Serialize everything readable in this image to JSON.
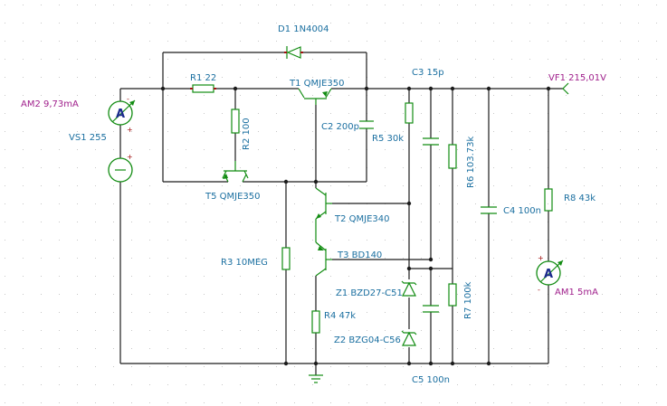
{
  "components": {
    "d1": {
      "ref": "D1",
      "value": "1N4004"
    },
    "r1": {
      "ref": "R1",
      "value": "22"
    },
    "t1": {
      "ref": "T1",
      "value": "QMJE350"
    },
    "c3": {
      "ref": "C3",
      "value": "15p"
    },
    "vf1": {
      "ref": "VF1",
      "value": "215,01V"
    },
    "am2": {
      "ref": "AM2",
      "value": "9,73mA"
    },
    "vs1": {
      "ref": "VS1",
      "value": "255"
    },
    "r2": {
      "ref": "R2",
      "value": "100"
    },
    "c2": {
      "ref": "C2",
      "value": "200p"
    },
    "r5": {
      "ref": "R5",
      "value": "30k"
    },
    "r6": {
      "ref": "R6",
      "value": "103.73k"
    },
    "t5": {
      "ref": "T5",
      "value": "QMJE350"
    },
    "r8": {
      "ref": "R8",
      "value": "43k"
    },
    "t2": {
      "ref": "T2",
      "value": "QMJE340"
    },
    "c4": {
      "ref": "C4",
      "value": "100n"
    },
    "r3": {
      "ref": "R3",
      "value": "10MEG"
    },
    "t3": {
      "ref": "T3",
      "value": "BD140"
    },
    "am1": {
      "ref": "AM1",
      "value": "5mA"
    },
    "z1": {
      "ref": "Z1",
      "value": "BZD27-C51"
    },
    "r7": {
      "ref": "R7",
      "value": "100k"
    },
    "r4": {
      "ref": "R4",
      "value": "47k"
    },
    "z2": {
      "ref": "Z2",
      "value": "BZG04-C56"
    },
    "c5": {
      "ref": "C5",
      "value": "100n"
    }
  },
  "labels": {
    "d1": "D1 1N4004",
    "r1": "R1 22",
    "t1": "T1 QMJE350",
    "c3": "C3 15p",
    "vf1": "VF1 215,01V",
    "am2": "AM2 9,73mA",
    "vs1": "VS1 255",
    "r2": "R2 100",
    "c2": "C2 200p",
    "r5": "R5 30k",
    "r6": "R6 103.73k",
    "t5": "T5 QMJE350",
    "r8": "R8 43k",
    "t2": "T2 QMJE340",
    "c4": "C4 100n",
    "r3": "R3 10MEG",
    "t3": "T3 BD140",
    "am1": "AM1 5mA",
    "z1": "Z1 BZD27-C51",
    "r7": "R7 100k",
    "r4": "R4 47k",
    "z2": "Z2 BZG04-C56",
    "c5": "C5 100n"
  },
  "meters": {
    "ammeter_symbol": "A",
    "plus": "+",
    "minus": "-"
  },
  "icons": {
    "ammeter": "ammeter-icon",
    "voltage_source": "voltage-source-icon",
    "ground": "ground-icon",
    "probe": "voltage-probe-icon"
  },
  "colors": {
    "wire": "#1c1c1c",
    "component": "#128c12",
    "label": "#1a6fa0",
    "meter_label": "#a0208c",
    "grid": "#c8c8c8"
  }
}
